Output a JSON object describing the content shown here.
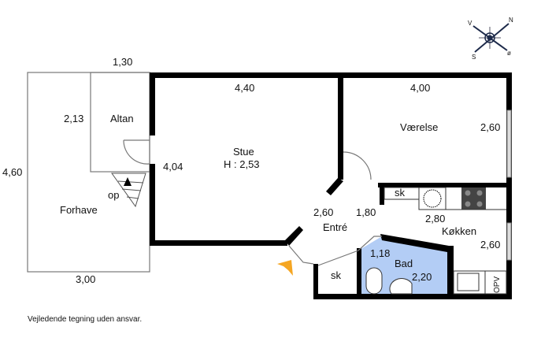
{
  "compass": {
    "n": "N",
    "v": "V",
    "s": "S",
    "o": "ø"
  },
  "rooms": {
    "altan": "Altan",
    "forhave": "Forhave",
    "stue": "Stue",
    "stue_height": "H : 2,53",
    "vaerelse": "Værelse",
    "entre": "Entré",
    "koekken": "Køkken",
    "bad": "Bad",
    "sk_kitchen": "sk",
    "sk_hall": "sk",
    "opv": "OPV",
    "stairs": "op"
  },
  "dimensions": {
    "altan_width": "1,30",
    "altan_depth": "2,13",
    "forhave_depth": "4,60",
    "forhave_width": "3,00",
    "stue_width": "4,40",
    "stue_depth": "4,04",
    "vaerelse_width": "4,00",
    "vaerelse_depth": "2,60",
    "entre_depth": "2,60",
    "entre_width": "1,80",
    "koekken_width": "2,80",
    "koekken_depth": "2,60",
    "bad_width": "1,18",
    "bad_depth": "2,20"
  },
  "footer": "Vejledende tegning uden ansvar.",
  "colors": {
    "bath": "#b3cdf5",
    "entrance_arrow": "#f5a623",
    "compass": "#1d2a4a"
  }
}
